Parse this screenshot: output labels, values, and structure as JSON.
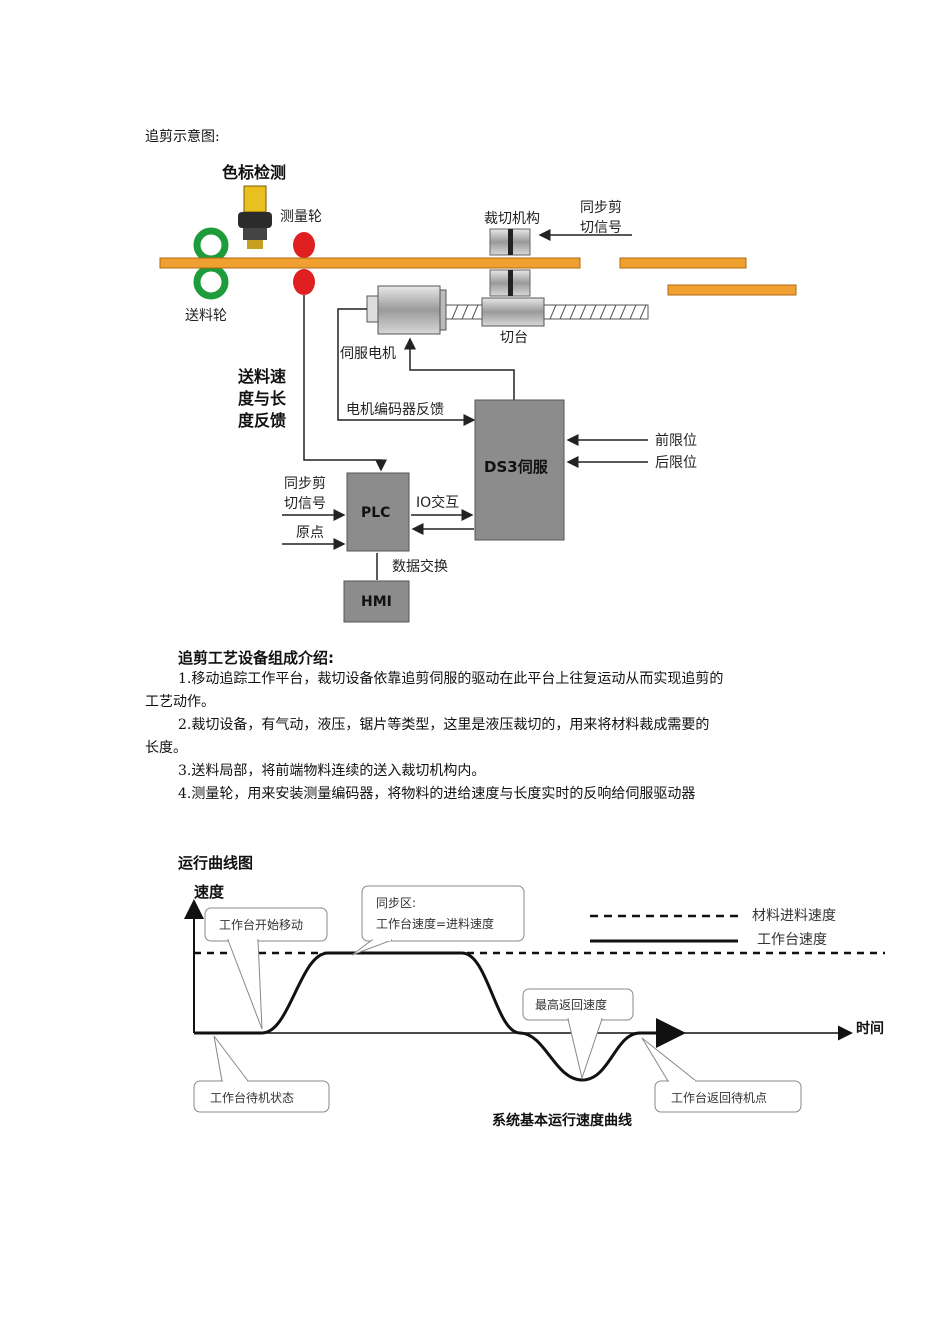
{
  "doc": {
    "caption_top": "追剪示意图:",
    "section1_title": "追剪工艺设备组成介绍:",
    "items": [
      {
        "line1": "1.移动追踪工作平台，裁切设备依靠追剪伺服的驱动在此平台上往复运动从而实现追剪的",
        "line2": "工艺动作。"
      },
      {
        "line1": "2.裁切设备，有气动，液压，锯片等类型，这里是液压裁切的，用来将材料裁成需要的",
        "line2": "长度。"
      },
      {
        "line1": "3.送料局部，将前端物料连续的送入裁切机构内。"
      },
      {
        "line1": "4.测量轮，用来安装测量编码器，将物料的进给速度与长度实时的反响给伺服驱动器"
      }
    ],
    "section2_title": "运行曲线图"
  },
  "diagram": {
    "color_mark_detect": "色标检测",
    "measure_wheel": "测量轮",
    "feed_wheel": "送料轮",
    "cutting_mechanism": "裁切机构",
    "sync_cut_signal_top_1": "同步剪",
    "sync_cut_signal_top_2": "切信号",
    "cut_table": "切台",
    "servo_motor": "伺服电机",
    "feed_speed_1": "送料速",
    "feed_speed_2": "度与长",
    "feed_speed_3": "度反馈",
    "motor_encoder_fb": "电机编码器反馈",
    "ds3_servo": "DS3伺服",
    "front_limit": "前限位",
    "rear_limit": "后限位",
    "sync_cut_signal_left_1": "同步剪",
    "sync_cut_signal_left_2": "切信号",
    "origin": "原点",
    "plc": "PLC",
    "io_exchange": "IO交互",
    "data_exchange": "数据交换",
    "hmi": "HMI"
  },
  "curve": {
    "y_axis_label": "速度",
    "x_axis_label": "时间",
    "callout_start": "工作台开始移动",
    "callout_sync_1": "同步区:",
    "callout_sync_2": "工作台速度=进料速度",
    "callout_max_return": "最高返回速度",
    "callout_standby": "工作台待机状态",
    "callout_return_standby": "工作台返回待机点",
    "legend_material": "材料进料速度",
    "legend_table": "工作台速度",
    "caption": "系统基本运行速度曲线"
  },
  "colors": {
    "material_strip": "#F0A030",
    "feed_wheel": "#1E9B3A",
    "measure_wheel": "#E02020",
    "block_fill": "#8C8C8C"
  }
}
